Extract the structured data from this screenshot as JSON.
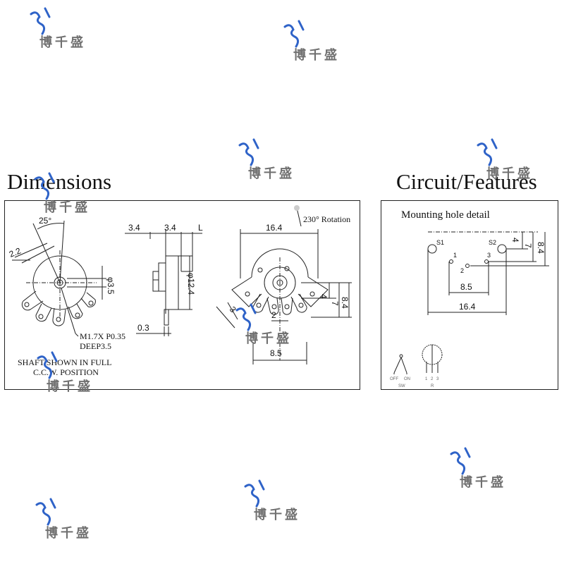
{
  "headings": {
    "dimensions": "Dimensions",
    "circuit": "Circuit/Features"
  },
  "watermark_text": "博千盛",
  "dimensions": {
    "angle": "25°",
    "d22": "2.2",
    "d35": "φ3.5",
    "screw": "M1.7X P0.35",
    "deep": "DEEP3.5",
    "shaft1": "SHAFT SHOWN IN FULL",
    "shaft2": "C.C.W. POSITION",
    "s1": "3.4",
    "s2": "3.4",
    "sL": "L",
    "d124": "φ12.4",
    "d03": "0.3",
    "rotation": "230°  Rotation",
    "d164": "16.4",
    "d4": "4",
    "d7": "7",
    "d84": "8.4",
    "d3": "3",
    "d2": "2",
    "d85": "8.5"
  },
  "circuit": {
    "mount_title": "Mounting  hole  detail",
    "S1": "S1",
    "S2": "S2",
    "p1": "1",
    "p2": "2",
    "p3": "3",
    "d4": "4",
    "d7": "7",
    "d84": "8.4",
    "d85": "8.5",
    "d164": "16.4",
    "off": "OFF",
    "on": "ON",
    "sw": "SW",
    "t1": "1",
    "t2": "2",
    "t3": "3",
    "r": "R"
  },
  "colors": {
    "line": "#222222",
    "watermark_blue": "#2f63c8",
    "watermark_text": "#707070"
  }
}
